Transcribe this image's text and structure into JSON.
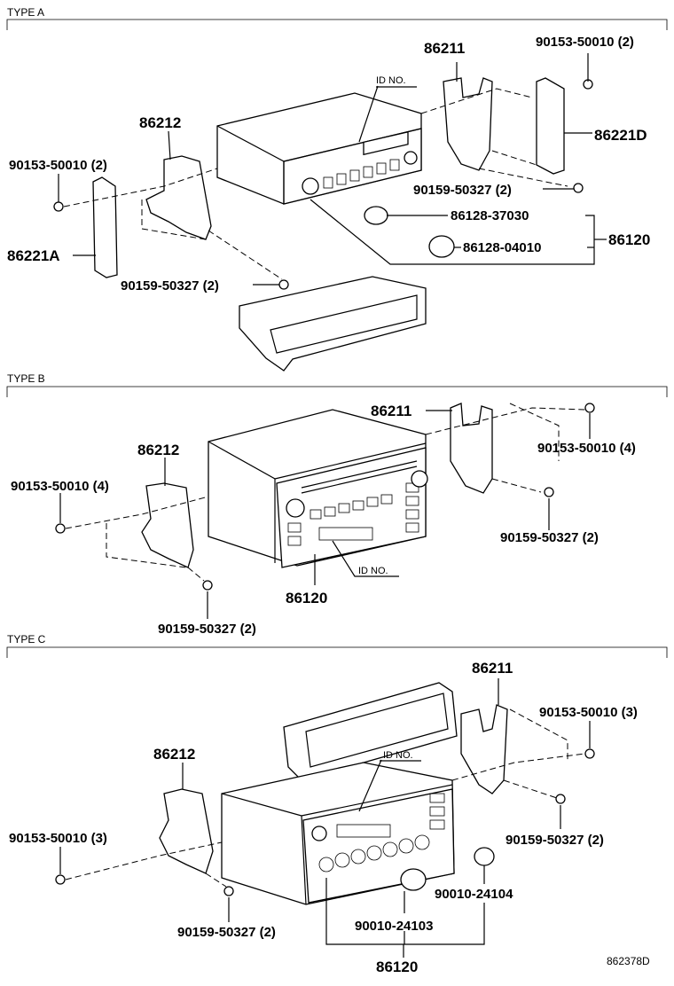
{
  "sections": [
    {
      "title": "TYPE A"
    },
    {
      "title": "TYPE B"
    },
    {
      "title": "TYPE C"
    }
  ],
  "typeA": {
    "bracket_r": "86211",
    "bracket_l": "86212",
    "screw_top": "90153-50010 (2)",
    "rail_r": "86221D",
    "screw_l": "90153-50010 (2)",
    "rail_l": "86221A",
    "bolt_r": "90159-50327 (2)",
    "bolt_l": "90159-50327 (2)",
    "knob1": "86128-37030",
    "knob2": "86128-04010",
    "unit": "86120",
    "id_no": "ID NO."
  },
  "typeB": {
    "bracket_r": "86211",
    "bracket_l": "86212",
    "screw_r": "90153-50010 (4)",
    "screw_l": "90153-50010 (4)",
    "bolt_r": "90159-50327 (2)",
    "bolt_l": "90159-50327 (2)",
    "unit": "86120",
    "id_no": "ID NO."
  },
  "typeC": {
    "bracket_r": "86211",
    "bracket_l": "86212",
    "screw_r": "90153-50010 (3)",
    "screw_l": "90153-50010 (3)",
    "bolt_r": "90159-50327 (2)",
    "bolt_l": "90159-50327 (2)",
    "knob1": "90010-24104",
    "knob2": "90010-24103",
    "unit": "86120",
    "id_no": "ID NO."
  },
  "footer_code": "862378D"
}
